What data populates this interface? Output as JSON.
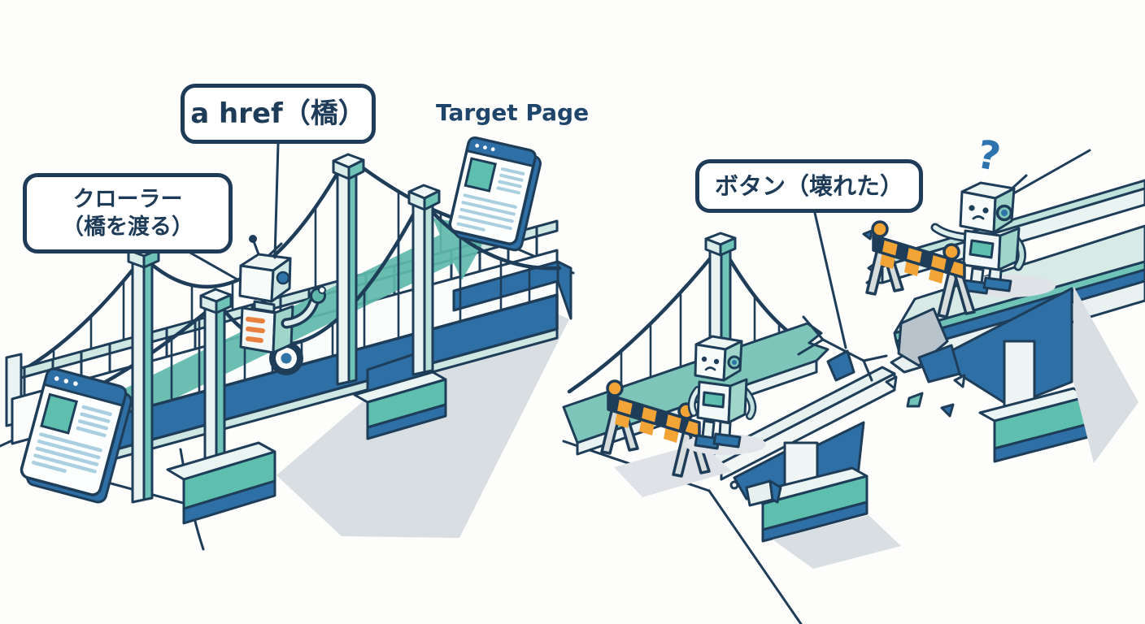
{
  "left_scene": {
    "link_callout": "a href（橋）",
    "crawler_callout_line1": "クローラー",
    "crawler_callout_line2": "（橋を渡る）",
    "target_page_label": "Target Page"
  },
  "right_scene": {
    "button_callout": "ボタン（壊れた）",
    "question_mark": "?"
  },
  "colors": {
    "outline_navy": "#1e3d58",
    "teal": "#5fb8ab",
    "teal_mid": "#7cc5b8",
    "light_teal": "#cfe7e2",
    "blue": "#2e6fa5",
    "light_blue_lines": "#a9cfe0",
    "orange_stripe": "#e8813f",
    "barricade_yellow": "#f2a437",
    "shadow_gray": "#d9dee3",
    "question_blue": "#2d74ae"
  }
}
